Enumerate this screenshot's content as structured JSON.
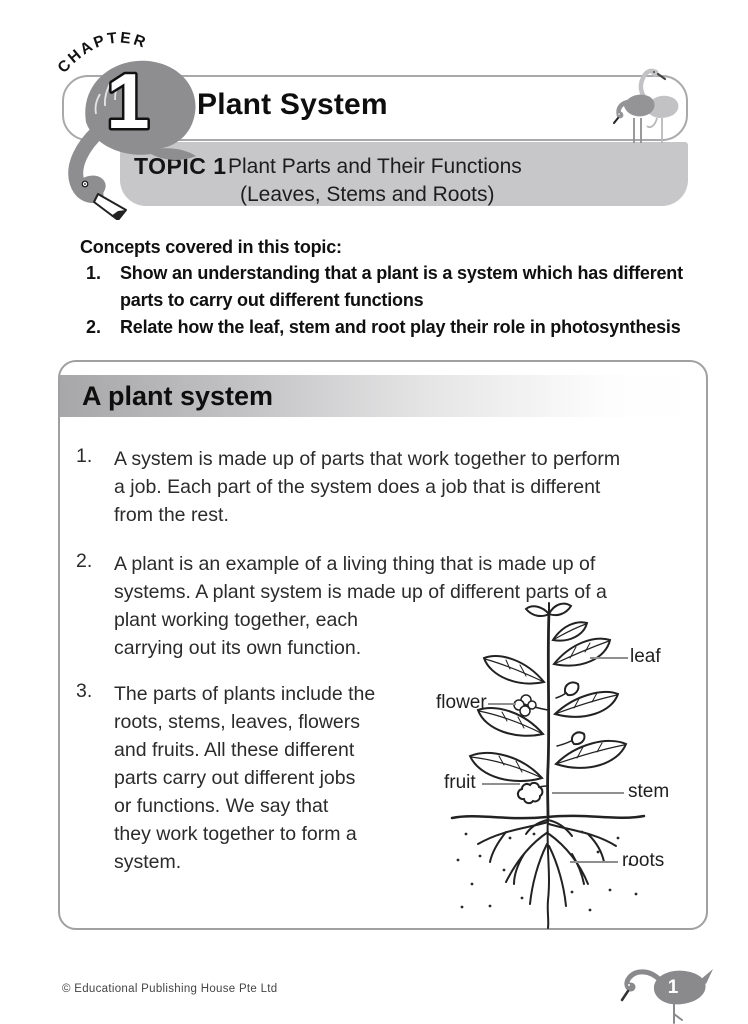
{
  "header": {
    "chapter_label": "CHAPTER",
    "chapter_number": "1",
    "title": "Plant System",
    "topic": {
      "label": "TOPIC 1",
      "lines": [
        "Plant Parts and Their Functions",
        "(Leaves, Stems and Roots)"
      ]
    }
  },
  "concepts": {
    "heading": "Concepts covered in this topic:",
    "items": [
      {
        "number": "1.",
        "lines": [
          "Show an understanding that a plant is a system which has different",
          "parts to carry out different functions"
        ]
      },
      {
        "number": "2.",
        "lines": [
          "Relate how the leaf, stem and root play their role in photosynthesis"
        ]
      }
    ]
  },
  "section": {
    "heading": "A plant system",
    "items": [
      {
        "number": "1.",
        "lines": [
          "A system is made up of parts that work together to perform",
          "a job. Each part of the system does a job that is different",
          "from the rest."
        ]
      },
      {
        "number": "2.",
        "lines": [
          "A plant is an example of a living thing that is made up of",
          "systems. A plant system is made up of different parts of a",
          "plant working together, each",
          "carrying out its own function."
        ]
      },
      {
        "number": "3.",
        "lines": [
          "The parts of plants include the",
          "roots, stems, leaves, flowers",
          "and fruits. All these different",
          "parts carry out different jobs",
          "or functions. We say that",
          "they work together to form a",
          "system."
        ]
      }
    ]
  },
  "diagram": {
    "labels": {
      "leaf": "leaf",
      "flower": "flower",
      "fruit": "fruit",
      "stem": "stem",
      "roots": "roots"
    }
  },
  "footer": {
    "copyright": "© Educational Publishing House Pte Ltd",
    "page_number": "1"
  },
  "colors": {
    "banner_gray": "#c7c7c9",
    "flamingo_gray": "#8e8e90",
    "flamingo_light": "#c2c2c4",
    "flamingo_dark": "#949497",
    "box_border": "#9fa0a2",
    "strip_gradient_start": "#a7a7a9"
  }
}
